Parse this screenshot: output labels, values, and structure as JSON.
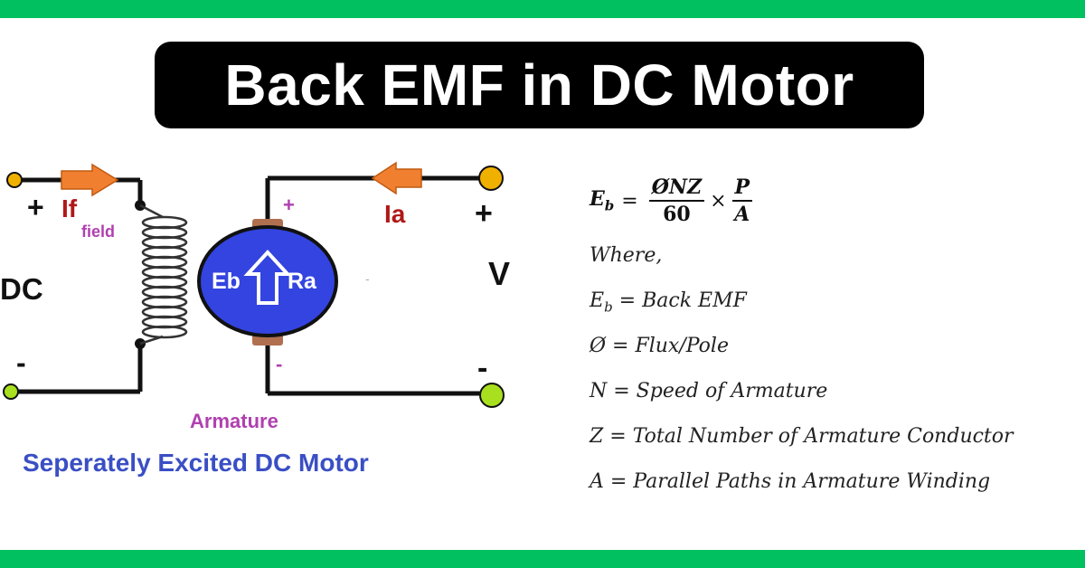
{
  "colors": {
    "band": "#00c060",
    "title_bg": "#000000",
    "title_text": "#ffffff",
    "arrow": "#f08030",
    "label_red": "#b01818",
    "label_purple": "#b040b0",
    "caption_blue": "#3a4fc4",
    "motor_blue": "#3344e0",
    "terminal_yellow": "#f0b000",
    "terminal_green": "#a8e020",
    "brush": "#b07050"
  },
  "title": "Back EMF in DC Motor",
  "diagram": {
    "field_plus": "+",
    "field_current": "If",
    "field_label": "field",
    "dc_label": "DC",
    "field_minus": "-",
    "arm_plus": "+",
    "arm_current": "Ia",
    "supply_plus": "+",
    "supply_v": "V",
    "arm_minus": "-",
    "supply_minus": "-",
    "motor_eb": "Eb",
    "motor_ra": "Ra",
    "armature_label": "Armature",
    "caption": "Seperately Excited DC Motor",
    "icons": [
      "arrow-right-icon",
      "arrow-left-icon",
      "up-arrow-icon"
    ]
  },
  "formula": {
    "lhs": "E",
    "lhs_sub": "b",
    "eq": "=",
    "frac1_num": "ØNZ",
    "frac1_den": "60",
    "times": "×",
    "frac2_num": "P",
    "frac2_den": "A",
    "where": "Where,",
    "defs": [
      {
        "sym": "E",
        "sub": "b",
        "text": " = Back EMF"
      },
      {
        "sym": "Ø",
        "sub": "",
        "text": " = Flux/Pole"
      },
      {
        "sym": "N",
        "sub": "",
        "text": " = Speed of Armature"
      },
      {
        "sym": "Z",
        "sub": "",
        "text": " = Total Number of Armature Conductor"
      },
      {
        "sym": "A",
        "sub": "",
        "text": " = Parallel Paths in Armature Winding"
      }
    ]
  }
}
